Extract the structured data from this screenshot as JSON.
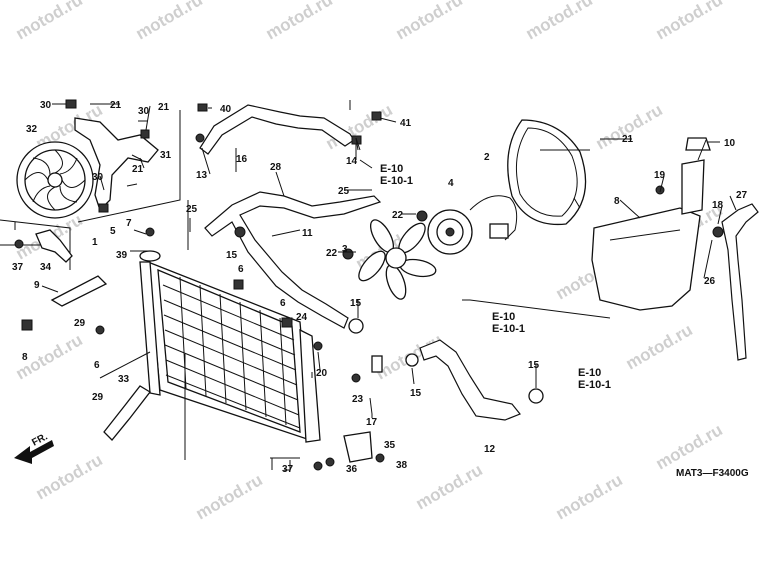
{
  "watermark": "motod.ru",
  "diagram_code": "MAT3—F3400G",
  "front_arrow_label": "FR.",
  "refs": {
    "e10_a": "E-10",
    "e101_a": "E-10-1",
    "e10_b": "E-10",
    "e101_b": "E-10-1",
    "e10_c": "E-10",
    "e101_c": "E-10-1"
  },
  "callouts": {
    "c1": "1",
    "c2": "2",
    "c3": "3",
    "c4": "4",
    "c5": "5",
    "c6a": "6",
    "c6b": "6",
    "c6c": "6",
    "c7": "7",
    "c8a": "8",
    "c8b": "8",
    "c9": "9",
    "c10": "10",
    "c11": "11",
    "c12": "12",
    "c13": "13",
    "c14": "14",
    "c15a": "15",
    "c15b": "15",
    "c15c": "15",
    "c15d": "15",
    "c16": "16",
    "c17": "17",
    "c18": "18",
    "c19": "19",
    "c20": "20",
    "c21a": "21",
    "c21b": "21",
    "c21c": "21",
    "c21d": "21",
    "c22a": "22",
    "c22b": "22",
    "c23": "23",
    "c24": "24",
    "c25a": "25",
    "c25b": "25",
    "c26": "26",
    "c27": "27",
    "c28": "28",
    "c29a": "29",
    "c29b": "29",
    "c30a": "30",
    "c30b": "30",
    "c30c": "30",
    "c31": "31",
    "c32": "32",
    "c33": "33",
    "c34": "34",
    "c35": "35",
    "c36": "36",
    "c37a": "37",
    "c37b": "37",
    "c38": "38",
    "c39": "39",
    "c40": "40",
    "c41": "41"
  }
}
